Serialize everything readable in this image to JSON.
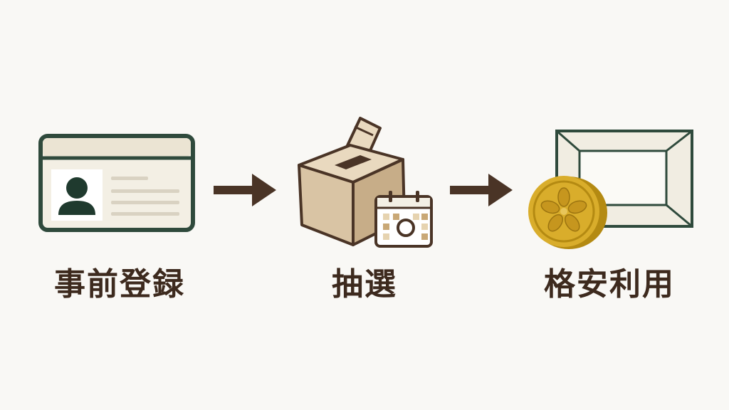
{
  "colors": {
    "background": "#f9f8f5",
    "text": "#3d2a1e",
    "arrow": "#4a3426",
    "card_border": "#2f4a3c",
    "card_fill": "#f3efe4",
    "card_header": "#ebe4d3",
    "avatar": "#1f3a2e",
    "card_lines": "#d9d2c2",
    "box_front": "#d9c4a4",
    "box_top": "#e9d9bf",
    "box_side": "#c7ad88",
    "box_outline": "#4a3426",
    "calendar_accent": "#c9a876",
    "coin": "#d9ad2b",
    "coin_edge": "#b48a12",
    "envelope_fill": "#f1ede2",
    "envelope_border": "#2f4a3c"
  },
  "steps": [
    {
      "label": "事前登録",
      "icon": "id-card-icon"
    },
    {
      "label": "抽選",
      "icon": "ballot-box-icon"
    },
    {
      "label": "格安利用",
      "icon": "coin-envelope-icon"
    }
  ]
}
